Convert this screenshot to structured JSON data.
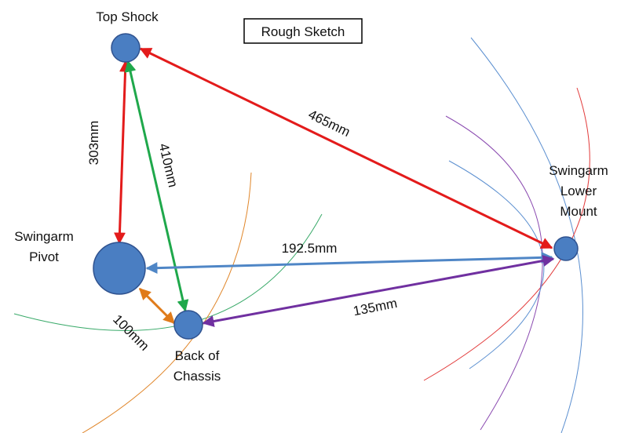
{
  "title": "Rough Sketch",
  "colors": {
    "node": "#4a7ec2",
    "red": "#e31b1b",
    "green": "#1fa84b",
    "blue": "#4f86c6",
    "purple": "#7030a0",
    "orange": "#e07b1a",
    "arc_blue": "#5b8fd0",
    "arc_red": "#e23b3b",
    "arc_purple": "#8a4ab0",
    "arc_green": "#3aaa6a",
    "arc_orange": "#e0862a"
  },
  "nodes": {
    "top_shock": "Top Shock",
    "swingarm_pivot_line1": "Swingarm",
    "swingarm_pivot_line2": "Pivot",
    "back_chassis_line1": "Back of",
    "back_chassis_line2": "Chassis",
    "lower_mount_line1": "Swingarm",
    "lower_mount_line2": "Lower",
    "lower_mount_line3": "Mount"
  },
  "dimensions": {
    "top_to_mount": "465mm",
    "top_to_pivot": "303mm",
    "top_to_chassis": "410mm",
    "mount_to_pivot": "192.5mm",
    "mount_to_chassis": "135mm",
    "pivot_to_chassis": "100mm"
  }
}
